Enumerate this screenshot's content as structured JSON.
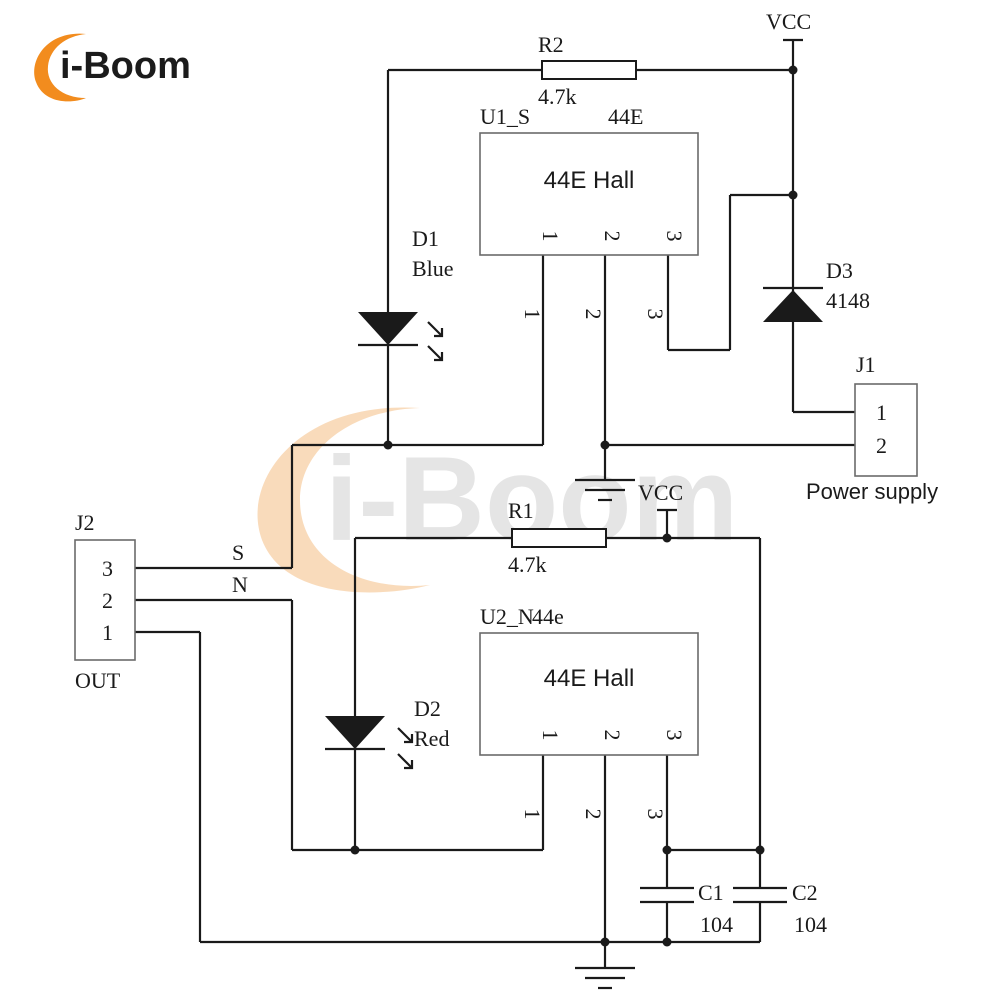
{
  "logo": {
    "text": "i-Boom",
    "accent": "#f28c1e"
  },
  "watermark": {
    "text": "i-Boom",
    "accent": "#f7cfa4"
  },
  "colors": {
    "wire": "#1a1a1a",
    "box_border": "#6a6a6a"
  },
  "vcc_top": "VCC",
  "vcc_mid": "VCC",
  "r2": {
    "ref": "R2",
    "value": "4.7k"
  },
  "r1": {
    "ref": "R1",
    "value": "4.7k"
  },
  "u1": {
    "ref": "U1_S",
    "part": "44E",
    "label": "44E Hall",
    "pins": [
      "1",
      "2",
      "3"
    ]
  },
  "u2": {
    "ref": "U2_N",
    "part": "44e",
    "label": "44E Hall",
    "pins": [
      "1",
      "2",
      "3"
    ]
  },
  "u1_wire_pins": [
    "1",
    "2",
    "3"
  ],
  "u2_wire_pins": [
    "1",
    "2",
    "3"
  ],
  "d1": {
    "ref": "D1",
    "color": "Blue"
  },
  "d2": {
    "ref": "D2",
    "color": "Red"
  },
  "d3": {
    "ref": "D3",
    "value": "4148"
  },
  "j1": {
    "ref": "J1",
    "pins": [
      "1",
      "2"
    ],
    "caption": "Power supply"
  },
  "j2": {
    "ref": "J2",
    "pins": [
      "3",
      "2",
      "1"
    ],
    "caption": "OUT"
  },
  "signals": {
    "s": "S",
    "n": "N"
  },
  "c1": {
    "ref": "C1",
    "value": "104"
  },
  "c2": {
    "ref": "C2",
    "value": "104"
  }
}
